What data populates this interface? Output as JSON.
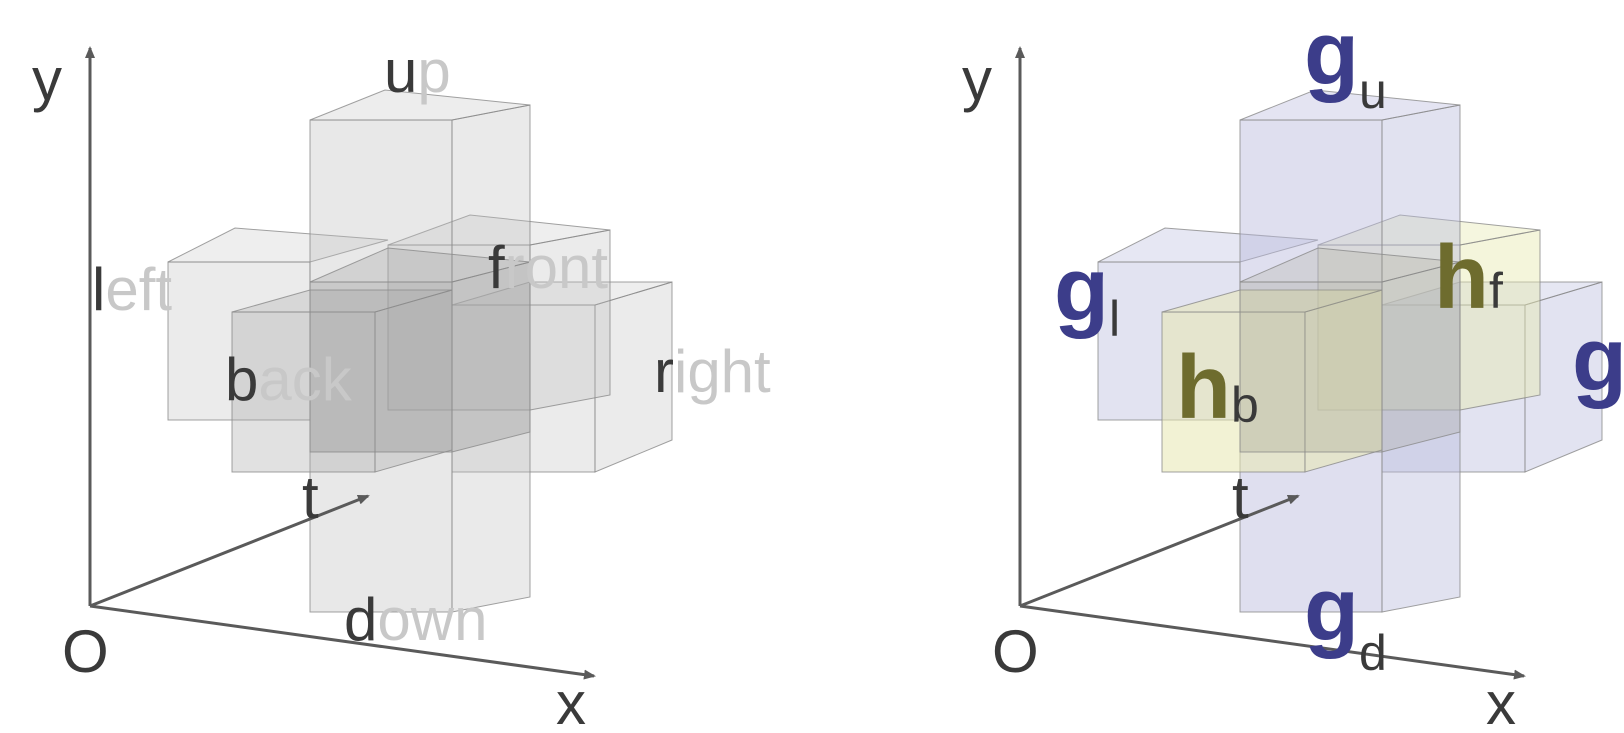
{
  "colors": {
    "axis": "#5a5a5a",
    "text_dark": "#3a3a3a",
    "text_light": "#c8c8c8",
    "gray_face": "#bdbdbd",
    "blue_face": "#b7b9dc",
    "yellow_face": "#e7e8b0",
    "g_symbol": "#3c3d8a",
    "h_symbol": "#6e6c2e"
  },
  "left_diagram": {
    "axes": {
      "y": "y",
      "x": "x",
      "origin": "O",
      "t": "t"
    },
    "faces": {
      "up": {
        "highlight": "u",
        "rest": "p"
      },
      "down": {
        "highlight": "d",
        "rest": "own"
      },
      "left": {
        "highlight": "l",
        "rest": "eft"
      },
      "right": {
        "highlight": "r",
        "rest": "ight"
      },
      "front": {
        "highlight": "f",
        "rest": "ront"
      },
      "back": {
        "highlight": "b",
        "rest": "ack"
      }
    }
  },
  "right_diagram": {
    "axes": {
      "y": "y",
      "x": "x",
      "origin": "O",
      "t": "t"
    },
    "symbols": {
      "g_up": {
        "base": "g",
        "sub": "u"
      },
      "g_down": {
        "base": "g",
        "sub": "d"
      },
      "g_left": {
        "base": "g",
        "sub": "l"
      },
      "g_right": {
        "base": "g",
        "sub": ""
      },
      "h_front": {
        "base": "h",
        "sub": "f"
      },
      "h_back": {
        "base": "h",
        "sub": "b"
      }
    }
  }
}
